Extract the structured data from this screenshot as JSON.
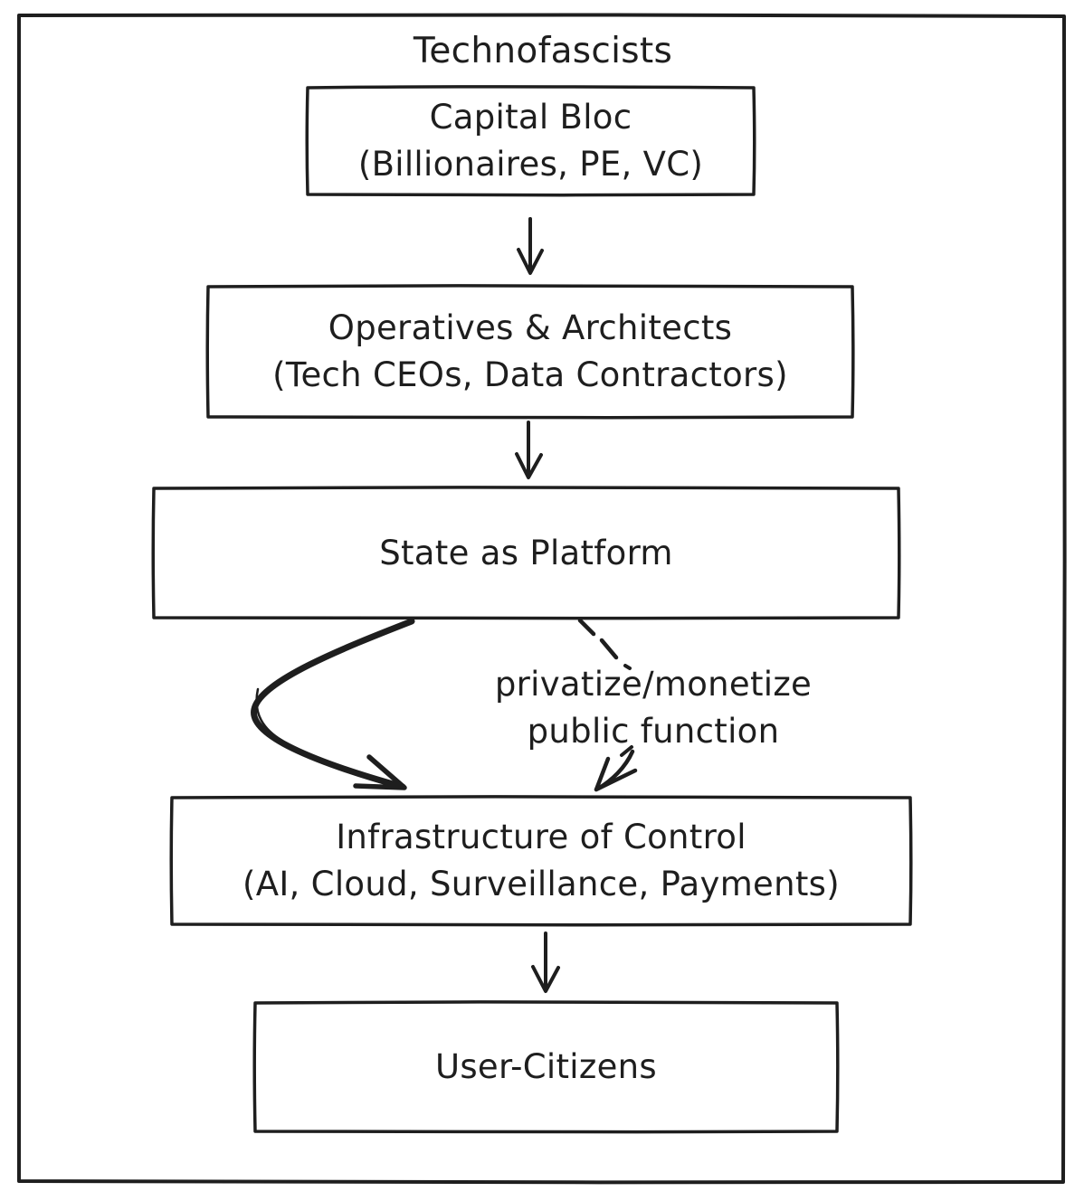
{
  "diagram": {
    "title": "Technofascists",
    "nodes": {
      "capital_bloc": {
        "line1": "Capital Bloc",
        "line2": "(Billionaires, PE, VC)"
      },
      "operatives": {
        "line1": "Operatives & Architects",
        "line2": "(Tech CEOs, Data Contractors)"
      },
      "state_platform": {
        "line1": "State as Platform"
      },
      "infrastructure": {
        "line1": "Infrastructure of Control",
        "line2": "(AI, Cloud, Surveillance, Payments)"
      },
      "user_citizens": {
        "line1": "User-Citizens"
      }
    },
    "edge_labels": {
      "privatize_monetize": {
        "line1": "privatize/monetize",
        "line2": "public function"
      }
    },
    "colors": {
      "stroke": "#1e1e1e",
      "background": "#ffffff"
    }
  }
}
